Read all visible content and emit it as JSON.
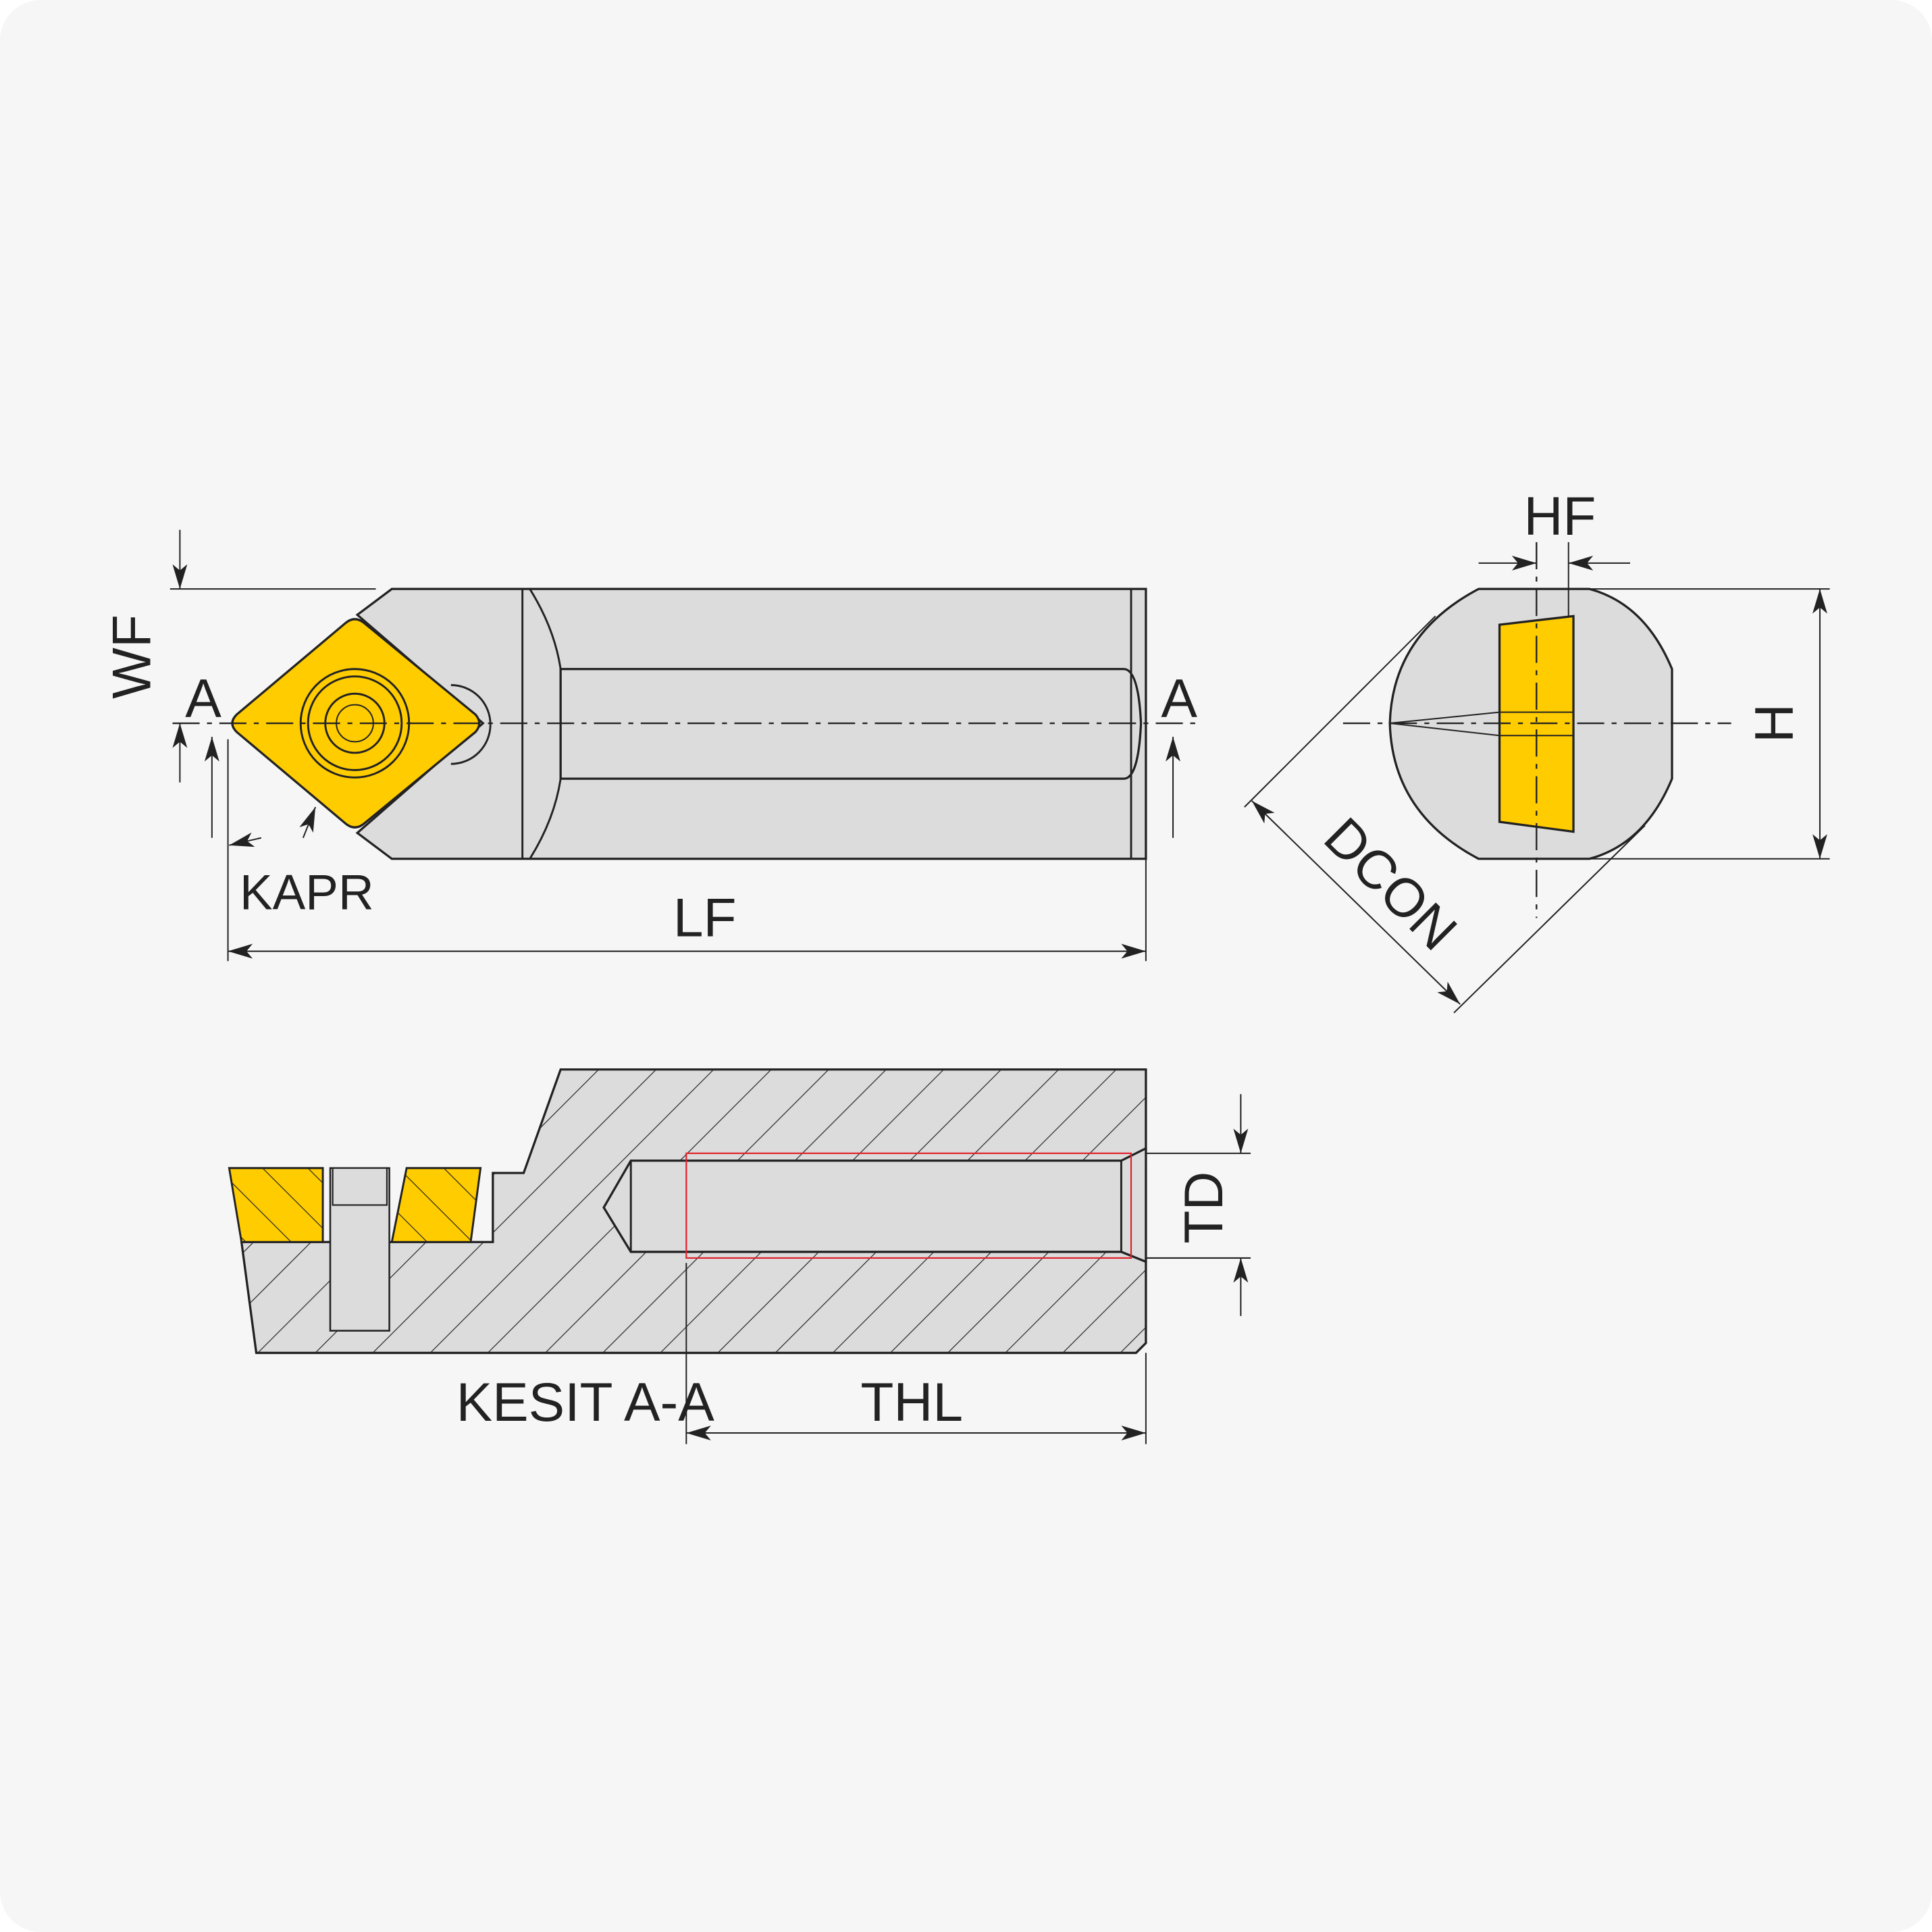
{
  "drawing": {
    "labels": {
      "wf": "WF",
      "section_mark_left": "A",
      "section_mark_right": "A",
      "kapr": "KAPR",
      "lf": "LF",
      "hf": "HF",
      "h": "H",
      "dcon": "DCON",
      "td": "TD",
      "section_title": "KESIT A-A",
      "thl": "THL"
    },
    "colors": {
      "insert": "#ffcc00",
      "body": "#dcdcdc",
      "line": "#222222",
      "thread_outline": "#e0202a",
      "background": "#f6f6f6"
    }
  }
}
